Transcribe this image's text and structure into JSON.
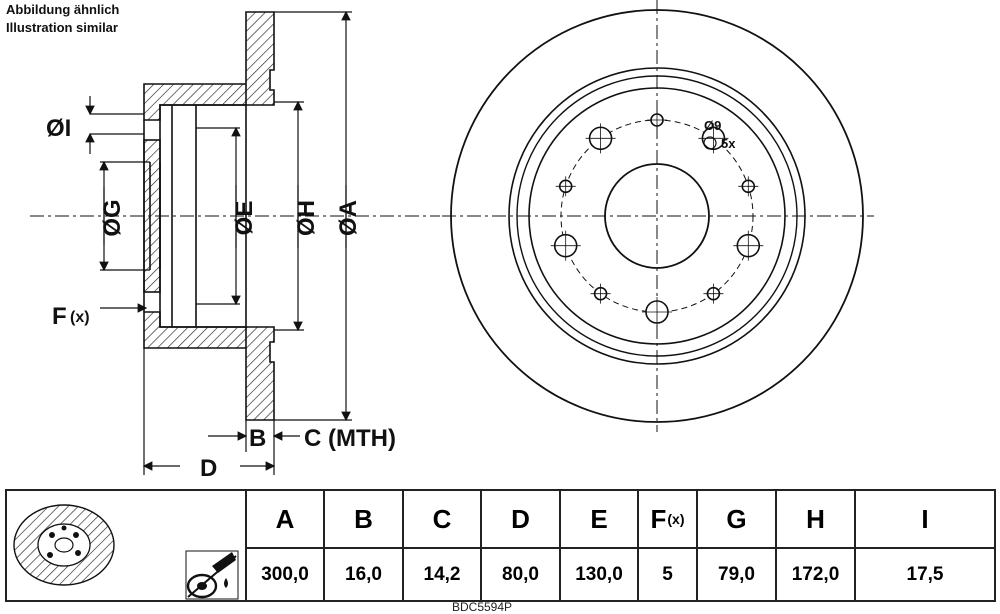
{
  "notes": [
    "Abbildung ähnlich",
    "Illustration similar"
  ],
  "labels": {
    "dI": "ØI",
    "dG": "ØG",
    "dE": "ØE",
    "dH": "ØH",
    "dA": "ØA",
    "F": "F",
    "Fx": "(x)",
    "B": "B",
    "C": "C (MTH)",
    "D": "D",
    "hole": "Ø9",
    "holecount": "5x"
  },
  "table": {
    "columns": [
      {
        "key": "A",
        "header": "A",
        "value": "300,0"
      },
      {
        "key": "B",
        "header": "B",
        "value": "16,0"
      },
      {
        "key": "C",
        "header": "C",
        "value": "14,2"
      },
      {
        "key": "D",
        "header": "D",
        "value": "80,0"
      },
      {
        "key": "E",
        "header": "E",
        "value": "130,0"
      },
      {
        "key": "F",
        "header": "F",
        "header_suffix": "(x)",
        "value": "5"
      },
      {
        "key": "G",
        "header": "G",
        "value": "79,0"
      },
      {
        "key": "H",
        "header": "H",
        "value": "172,0"
      },
      {
        "key": "I",
        "header": "I",
        "value": "17,5"
      }
    ]
  },
  "part_code": "BDC5594P"
}
